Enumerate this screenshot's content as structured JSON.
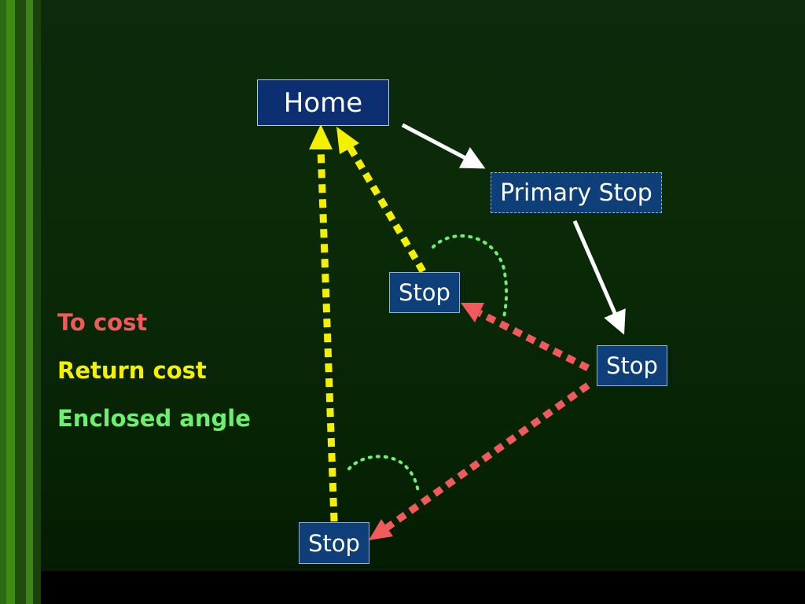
{
  "nodes": {
    "home": "Home",
    "primary_stop": "Primary Stop",
    "stop_1": "Stop",
    "stop_2": "Stop",
    "stop_3": "Stop"
  },
  "legend": [
    {
      "label": "To cost",
      "color": "#f05a5a"
    },
    {
      "label": "Return cost",
      "color": "#f4f000"
    },
    {
      "label": "Enclosed angle",
      "color": "#6ef06e"
    }
  ],
  "edges": [
    {
      "from": "Home",
      "to": "Primary Stop",
      "type": "route",
      "color": "#ffffff"
    },
    {
      "from": "Primary Stop",
      "to": "Stop",
      "type": "route",
      "color": "#ffffff"
    },
    {
      "from": "Stop",
      "to": "Stop",
      "type": "To cost",
      "color": "#f05a5a"
    },
    {
      "from": "Stop",
      "to": "Stop",
      "type": "To cost",
      "color": "#f05a5a"
    },
    {
      "from": "Stop",
      "to": "Home",
      "type": "Return cost",
      "color": "#f4f000"
    },
    {
      "from": "Stop",
      "to": "Home",
      "type": "Return cost",
      "color": "#f4f000"
    }
  ]
}
